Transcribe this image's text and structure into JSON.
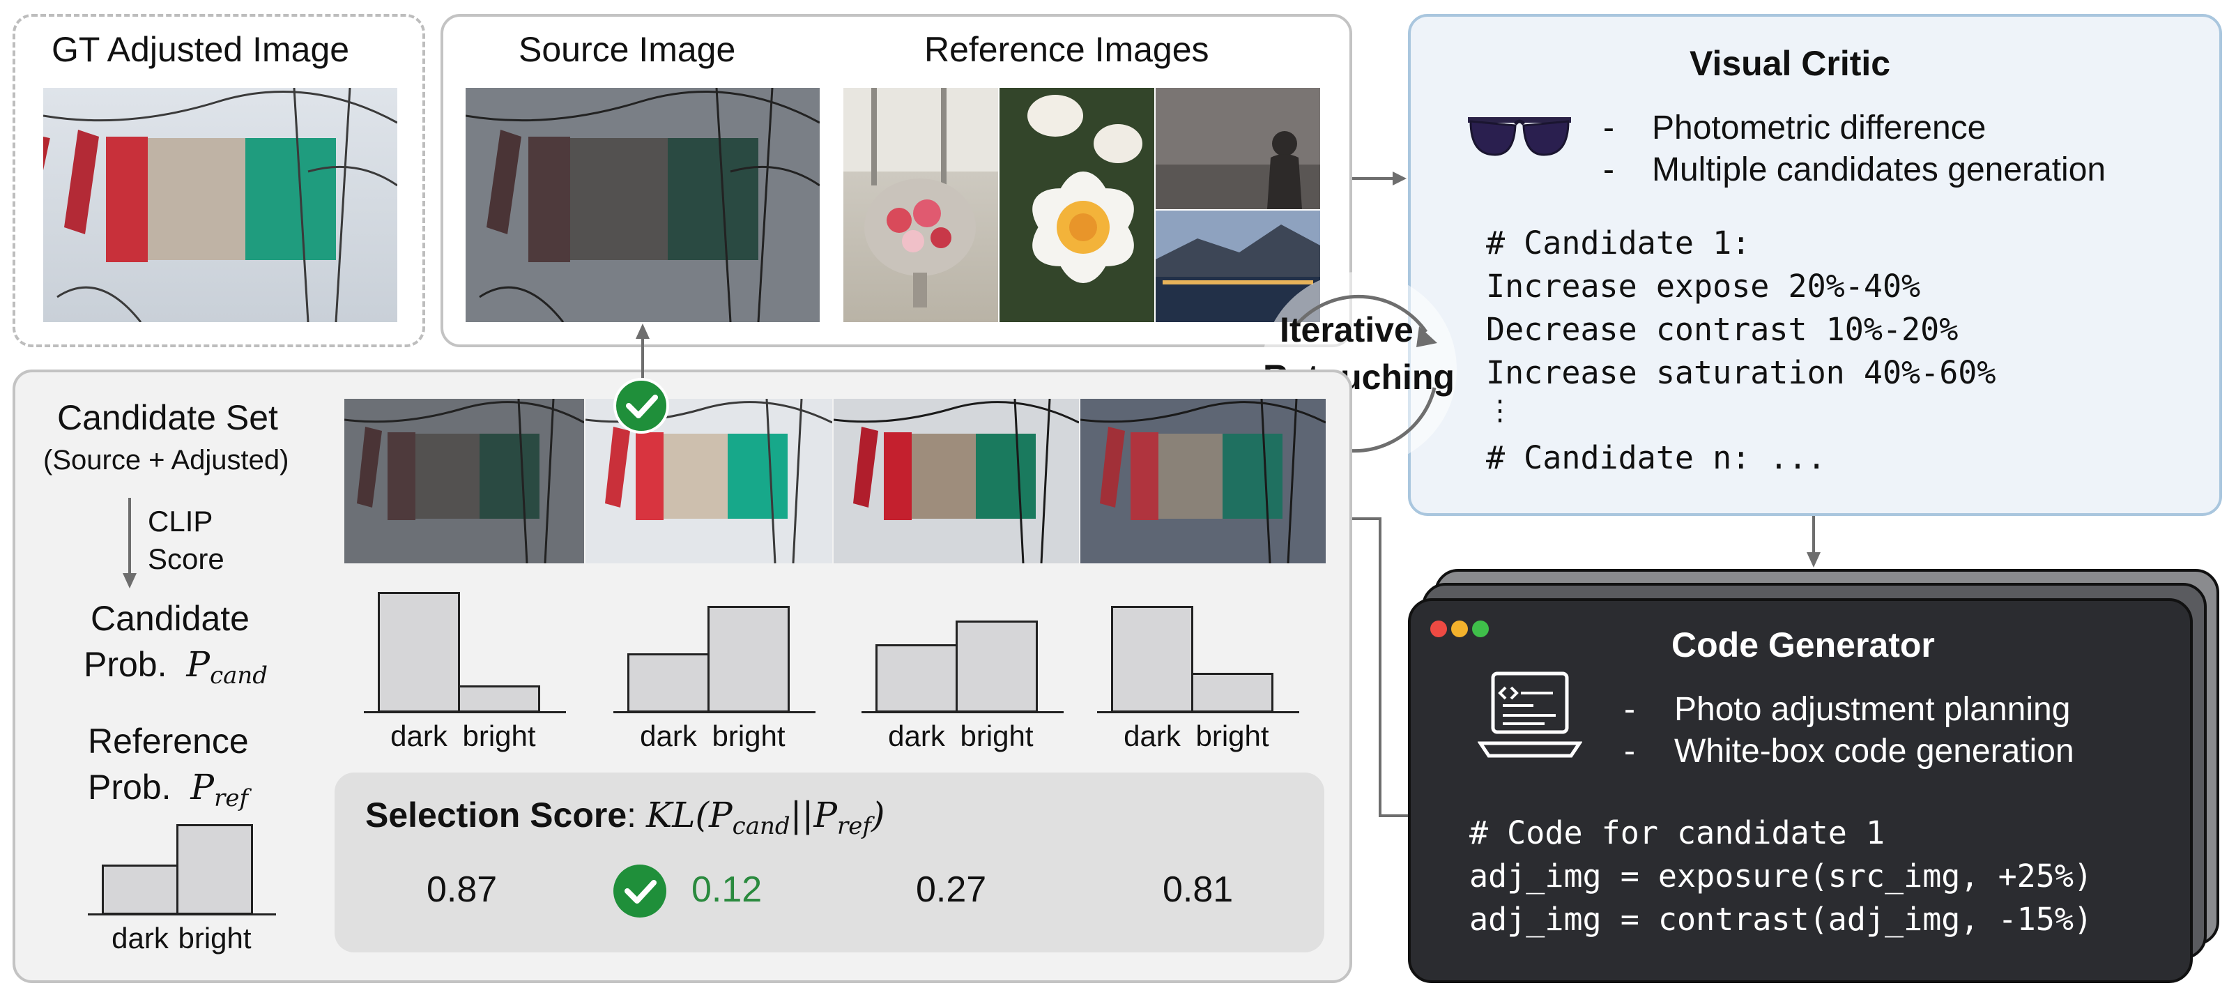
{
  "gt_panel": {
    "title": "GT Adjusted Image"
  },
  "source_panel": {
    "source_title": "Source Image",
    "reference_title": "Reference Images"
  },
  "visual_critic": {
    "title": "Visual Critic",
    "bullets": [
      "Photometric difference",
      "Multiple candidates generation"
    ],
    "code_lines": [
      "# Candidate 1:",
      "Increase expose 20%-40%",
      "Decrease contrast 10%-20%",
      "Increase saturation 40%-60%",
      "⋮",
      "# Candidate n: ..."
    ],
    "icon": "sunglasses-icon"
  },
  "loop": {
    "label_line1": "Iterative",
    "label_line2": "Retouching"
  },
  "code_generator": {
    "title": "Code Generator",
    "bullets": [
      "Photo adjustment planning",
      "White-box code generation"
    ],
    "code_lines": [
      "# Code for candidate 1",
      "adj_img = exposure(src_img, +25%)",
      "adj_img = contrast(adj_img, -15%)"
    ],
    "icon": "laptop-code-icon",
    "window_dots": [
      "#ee4a43",
      "#f3b22c",
      "#3fbf4a"
    ]
  },
  "candidate_panel": {
    "candidate_set_title": "Candidate Set",
    "candidate_set_subtitle": "(Source + Adjusted)",
    "clip_label_line1": "CLIP",
    "clip_label_line2": "Score",
    "cand_prob_line1": "Candidate",
    "cand_prob_line2": "Prob.",
    "cand_prob_symbol": "P",
    "cand_prob_sub": "cand",
    "ref_prob_line1": "Reference",
    "ref_prob_line2": "Prob.",
    "ref_prob_symbol": "P",
    "ref_prob_sub": "ref",
    "selection_label": "Selection Score",
    "selection_formula": "KL(P",
    "selection_formula_sub1": "cand",
    "selection_formula_mid": "||P",
    "selection_formula_sub2": "ref",
    "selection_formula_end": ")",
    "scores": [
      "0.87",
      "0.12",
      "0.27",
      "0.81"
    ],
    "selected_index": 1,
    "selected_color": "#2a8a3e",
    "check_color": "#1f8f3a"
  },
  "histograms": {
    "categories": [
      "dark",
      "bright"
    ],
    "candidates": [
      {
        "values": [
          0.97,
          0.22
        ]
      },
      {
        "values": [
          0.48,
          0.86
        ]
      },
      {
        "values": [
          0.55,
          0.74
        ]
      },
      {
        "values": [
          0.86,
          0.32
        ]
      }
    ],
    "reference": {
      "values": [
        0.55,
        1.0
      ]
    }
  },
  "colors": {
    "panel_border": "#c3c3c3",
    "critic_bg": "#eef3f9",
    "critic_border": "#a9c6de",
    "generator_bg": "#2b2c30",
    "arrow": "#6e6e6e"
  }
}
